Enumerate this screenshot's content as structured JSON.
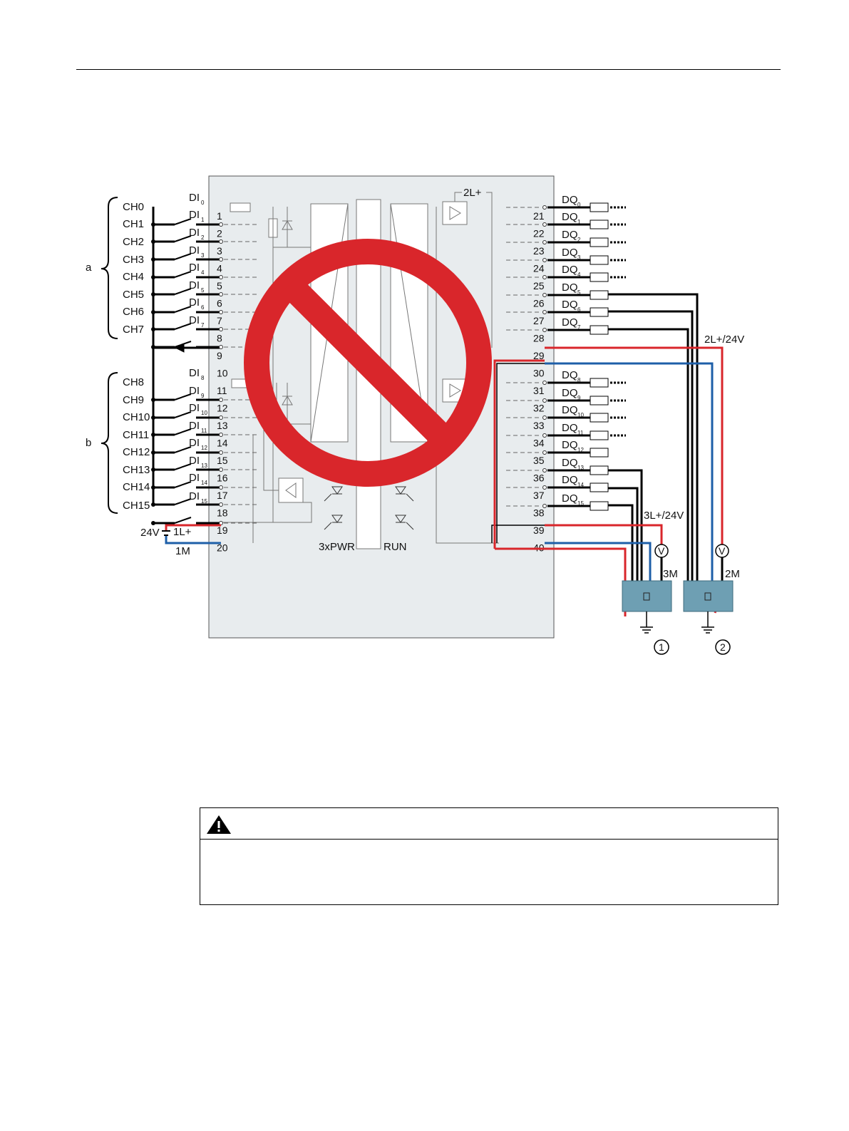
{
  "diagram": {
    "di_channels": [
      "CH0",
      "CH1",
      "CH2",
      "CH3",
      "CH4",
      "CH5",
      "CH6",
      "CH7",
      "CH8",
      "CH9",
      "CH10",
      "CH11",
      "CH12",
      "CH13",
      "CH14",
      "CH15"
    ],
    "di_labels": [
      "DI",
      "DI",
      "DI",
      "DI",
      "DI",
      "DI",
      "DI",
      "DI",
      "DI",
      "DI",
      "DI",
      "DI",
      "DI",
      "DI",
      "DI",
      "DI"
    ],
    "di_subs": [
      "0",
      "1",
      "2",
      "3",
      "4",
      "5",
      "6",
      "7",
      "8",
      "9",
      "10",
      "11",
      "12",
      "13",
      "14",
      "15"
    ],
    "dq_labels": [
      "DQ",
      "DQ",
      "DQ",
      "DQ",
      "DQ",
      "DQ",
      "DQ",
      "DQ",
      "DQ",
      "DQ",
      "DQ",
      "DQ",
      "DQ",
      "DQ",
      "DQ",
      "DQ"
    ],
    "dq_subs": [
      "0",
      "1",
      "2",
      "3",
      "4",
      "5",
      "6",
      "7",
      "8",
      "9",
      "10",
      "11",
      "12",
      "13",
      "14",
      "15"
    ],
    "left_terminals": [
      "1",
      "2",
      "3",
      "4",
      "5",
      "6",
      "7",
      "8",
      "9",
      "10",
      "11",
      "12",
      "13",
      "14",
      "15",
      "16",
      "17",
      "18",
      "19",
      "20"
    ],
    "right_terminals": [
      "21",
      "22",
      "23",
      "24",
      "25",
      "26",
      "27",
      "28",
      "29",
      "30",
      "31",
      "32",
      "33",
      "34",
      "35",
      "36",
      "37",
      "38",
      "39",
      "40"
    ],
    "group_a": "a",
    "group_b": "b",
    "supply_voltage": "24V",
    "supply_1l": "1L+",
    "supply_1m": "1M",
    "label_2l_top": "2L+",
    "label_2l_24v": "2L+/24V",
    "label_3l_24v": "3L+/24V",
    "label_3m": "3M",
    "label_2m": "2M",
    "voltmeter": "V",
    "led_pwr": "3xPWR",
    "led_run": "RUN",
    "callout_1": "1",
    "callout_2": "2"
  },
  "colors": {
    "positive_wire": "#d9262b",
    "negative_wire": "#1e5fa8",
    "prohibition": "#d9262b",
    "module_body": "#e8ecee",
    "actuator_box": "#6e9fb3"
  },
  "icons": [
    "prohibition-icon",
    "warning-triangle-icon",
    "ground-icon",
    "voltmeter-icon"
  ]
}
